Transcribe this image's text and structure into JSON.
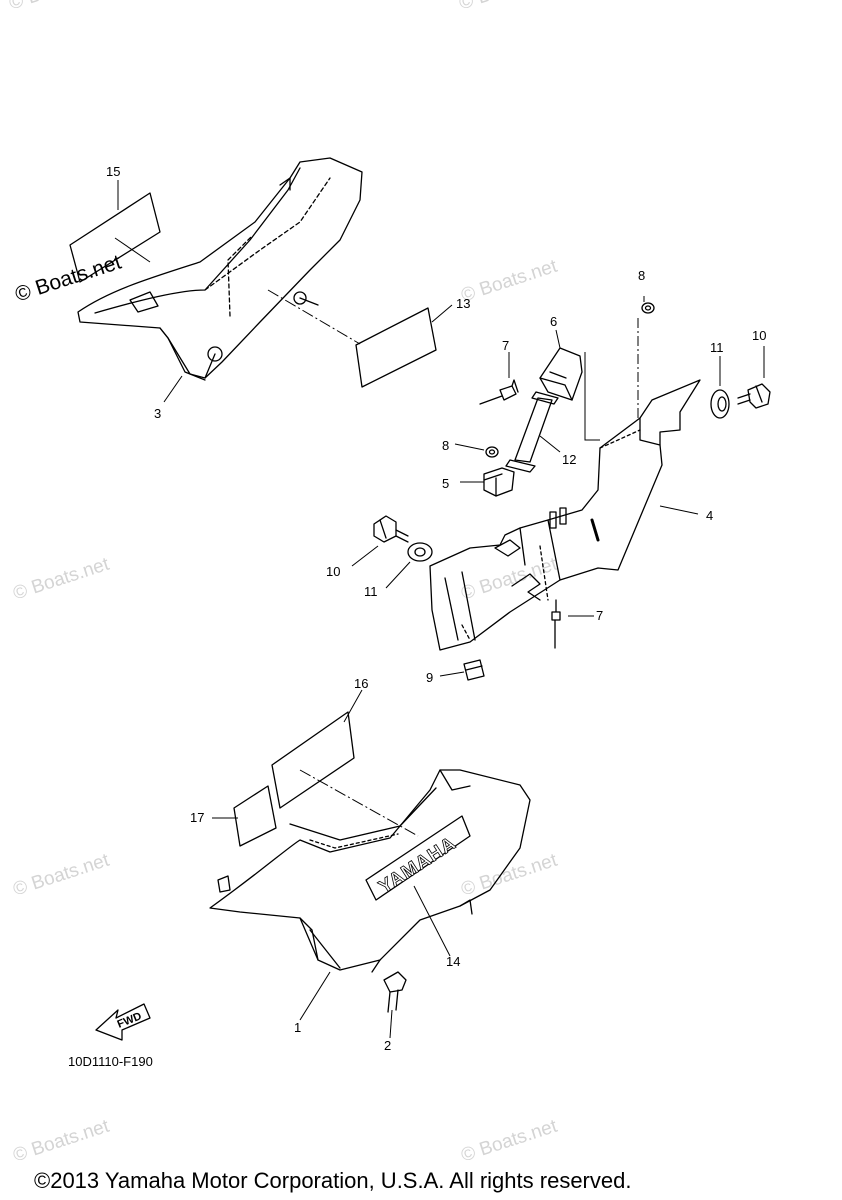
{
  "diagram": {
    "watermark_main": "© Boats.net",
    "watermark_faint": "© Boats.net",
    "diagram_code": "10D1110-F190",
    "fwd_label": "FWD",
    "brand_text": "YAMAHA",
    "copyright": "©2013 Yamaha Motor Corporation, U.S.A. All rights reserved.",
    "callouts": [
      {
        "id": "c1",
        "label": "1"
      },
      {
        "id": "c2",
        "label": "2"
      },
      {
        "id": "c3",
        "label": "3"
      },
      {
        "id": "c4",
        "label": "4"
      },
      {
        "id": "c5",
        "label": "5"
      },
      {
        "id": "c6",
        "label": "6"
      },
      {
        "id": "c7a",
        "label": "7"
      },
      {
        "id": "c7b",
        "label": "7"
      },
      {
        "id": "c8a",
        "label": "8"
      },
      {
        "id": "c8b",
        "label": "8"
      },
      {
        "id": "c9",
        "label": "9"
      },
      {
        "id": "c10a",
        "label": "10"
      },
      {
        "id": "c10b",
        "label": "10"
      },
      {
        "id": "c11a",
        "label": "11"
      },
      {
        "id": "c11b",
        "label": "11"
      },
      {
        "id": "c12",
        "label": "12"
      },
      {
        "id": "c13",
        "label": "13"
      },
      {
        "id": "c14",
        "label": "14"
      },
      {
        "id": "c15",
        "label": "15"
      },
      {
        "id": "c16",
        "label": "16"
      },
      {
        "id": "c17",
        "label": "17"
      }
    ]
  }
}
